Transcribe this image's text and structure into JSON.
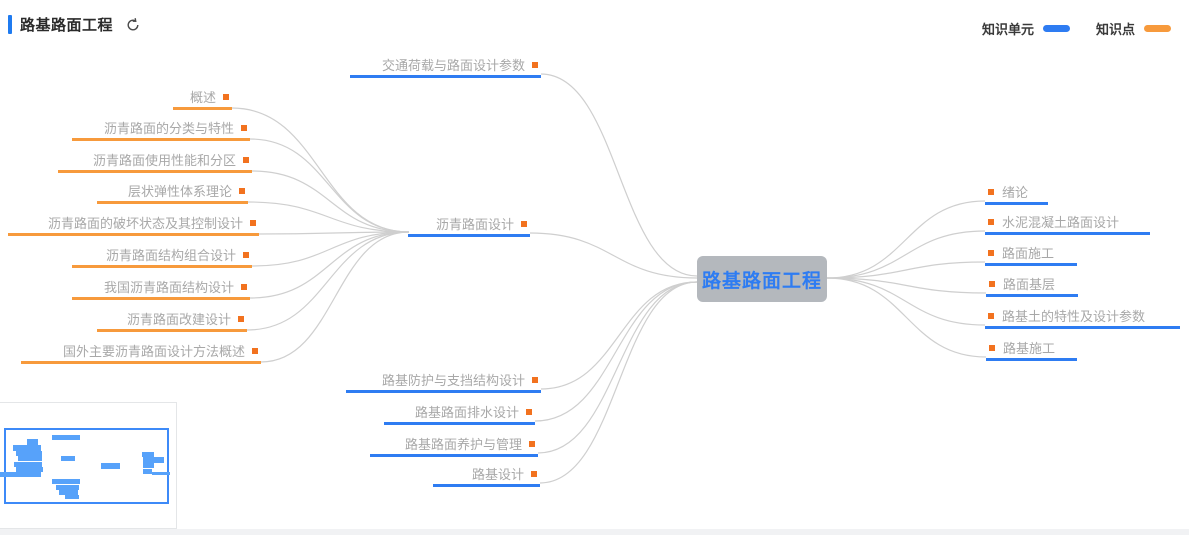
{
  "header": {
    "title": "路基路面工程"
  },
  "legend": {
    "unit": "知识单元",
    "point": "知识点"
  },
  "root": "路基路面工程",
  "branches": {
    "top_units": [
      "交通荷载与路面设计参数"
    ],
    "left_unit": {
      "label": "沥青路面设计",
      "children": [
        "概述",
        "沥青路面的分类与特性",
        "沥青路面使用性能和分区",
        "层状弹性体系理论",
        "沥青路面的破坏状态及其控制设计",
        "沥青路面结构组合设计",
        "我国沥青路面结构设计",
        "沥青路面改建设计",
        "国外主要沥青路面设计方法概述"
      ]
    },
    "bottom_units": [
      "路基防护与支挡结构设计",
      "路基路面排水设计",
      "路基路面养护与管理",
      "路基设计"
    ],
    "right_units": [
      "绪论",
      "水泥混凝土路面设计",
      "路面施工",
      "路面基层",
      "路基土的特性及设计参数",
      "路基施工"
    ]
  },
  "colors": {
    "unit_blue": "#2e7cf2",
    "point_orange": "#f79a3c",
    "marker_orange": "#f2721f",
    "root_bg": "#b4b8bd",
    "root_text": "#2e7cf2",
    "edge_gray": "#cfcfcf",
    "header_accent": "#1f7bf0",
    "minimap_blue": "#57a2fa"
  }
}
